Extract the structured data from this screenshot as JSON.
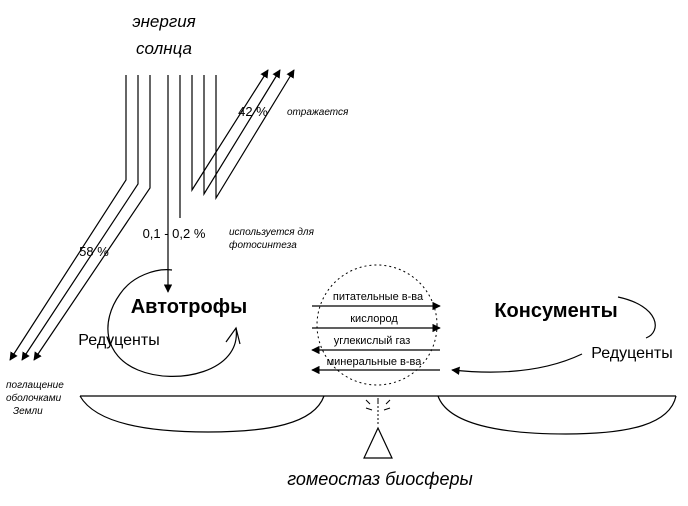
{
  "sun_label": [
    "энергия",
    "солнца"
  ],
  "reflected": {
    "percent": "42 %",
    "label": "отражается"
  },
  "absorbed": {
    "percent": "58 %",
    "label": [
      "поглащение",
      "оболочками",
      "Земли"
    ]
  },
  "photosynthesis": {
    "percent": "0,1 - 0,2 %",
    "label": [
      "используется для",
      "фотосинтеза"
    ]
  },
  "autotrophs": {
    "title": "Автотрофы",
    "reducers": "Редуценты"
  },
  "consumers": {
    "title": "Консументы",
    "reducers": "Редуценты"
  },
  "exchange": [
    "питательные в-ва",
    "кислород",
    "углекислый газ",
    "минеральные в-ва"
  ],
  "bottom_label": "гомеостаз биосферы",
  "colors": {
    "ink": "#000000",
    "background": "#ffffff"
  }
}
